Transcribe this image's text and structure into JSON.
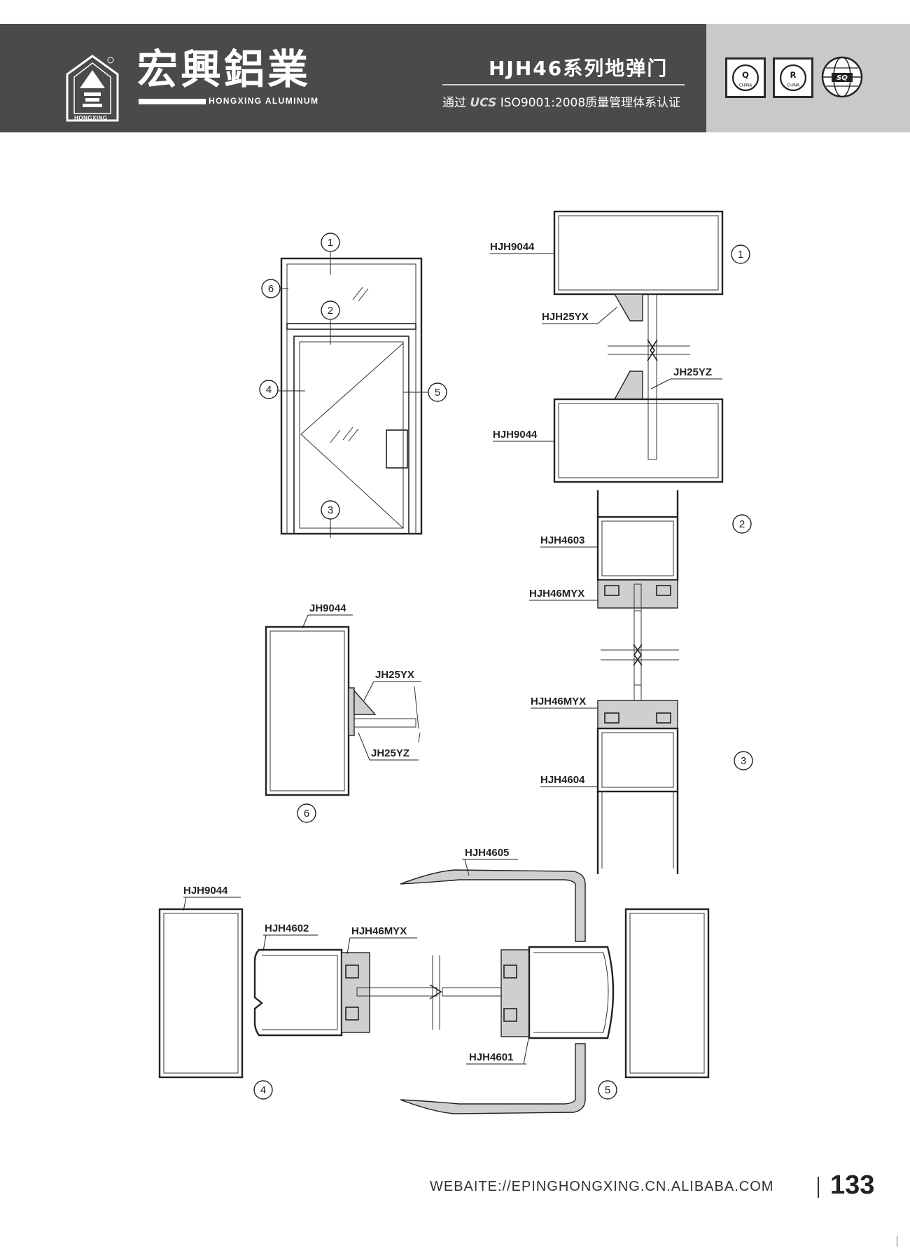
{
  "header": {
    "brand_name": "宏興鋁業",
    "brand_sub": "HONGXING ALUMINUM",
    "logo_mark_text": "HONGXING",
    "series_title": "HJH46系列地弹门",
    "cert_prefix": "通过",
    "cert_brand": "UCS",
    "cert_suffix": "ISO9001:2008质量管理体系认证",
    "badges": [
      {
        "letter": "Q",
        "caption": "CHINA"
      },
      {
        "letter": "R",
        "caption": "CHINA"
      },
      {
        "letter": "SQ",
        "caption": ""
      }
    ]
  },
  "elevation": {
    "markers": [
      "1",
      "2",
      "3",
      "4",
      "5",
      "6"
    ]
  },
  "section_1": {
    "marker": "1",
    "labels": [
      "HJH9044",
      "HJH25YX",
      "JH25YZ",
      "HJH9044"
    ]
  },
  "section_2": {
    "marker": "2",
    "labels": [
      "HJH4603",
      "HJH46MYX"
    ]
  },
  "section_3": {
    "marker": "3",
    "labels": [
      "HJH46MYX",
      "HJH4604"
    ]
  },
  "section_6": {
    "marker": "6",
    "labels": [
      "JH9044",
      "JH25YX",
      "JH25YZ"
    ]
  },
  "section_45": {
    "markers": [
      "4",
      "5"
    ],
    "labels": [
      "HJH9044",
      "HJH4602",
      "HJH46MYX",
      "HJH4605",
      "HJH4601"
    ]
  },
  "footer": {
    "website": "WEBAITE://EPINGHONGXING.CN.ALIBABA.COM",
    "page_number": "133"
  }
}
